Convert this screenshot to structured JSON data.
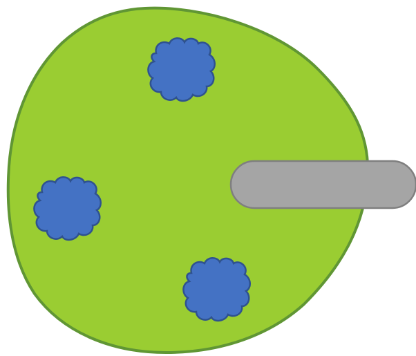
{
  "colors": {
    "background": "#ffffff",
    "island_fill": "#9acd32",
    "island_stroke": "#609634",
    "bush_fill": "#4472c4",
    "bush_stroke": "#2f528f",
    "pier_fill": "#a5a5a5",
    "pier_stroke": "#7f7f7f"
  },
  "shapes": {
    "island": {
      "kind": "rounded-blob",
      "icon": "island-shape"
    },
    "bushes": [
      {
        "id": "top",
        "icon": "bush-cloud-icon"
      },
      {
        "id": "left",
        "icon": "bush-cloud-icon"
      },
      {
        "id": "bottom",
        "icon": "bush-cloud-icon"
      }
    ],
    "pier": {
      "kind": "rounded-bar",
      "icon": "pier-shape"
    }
  }
}
